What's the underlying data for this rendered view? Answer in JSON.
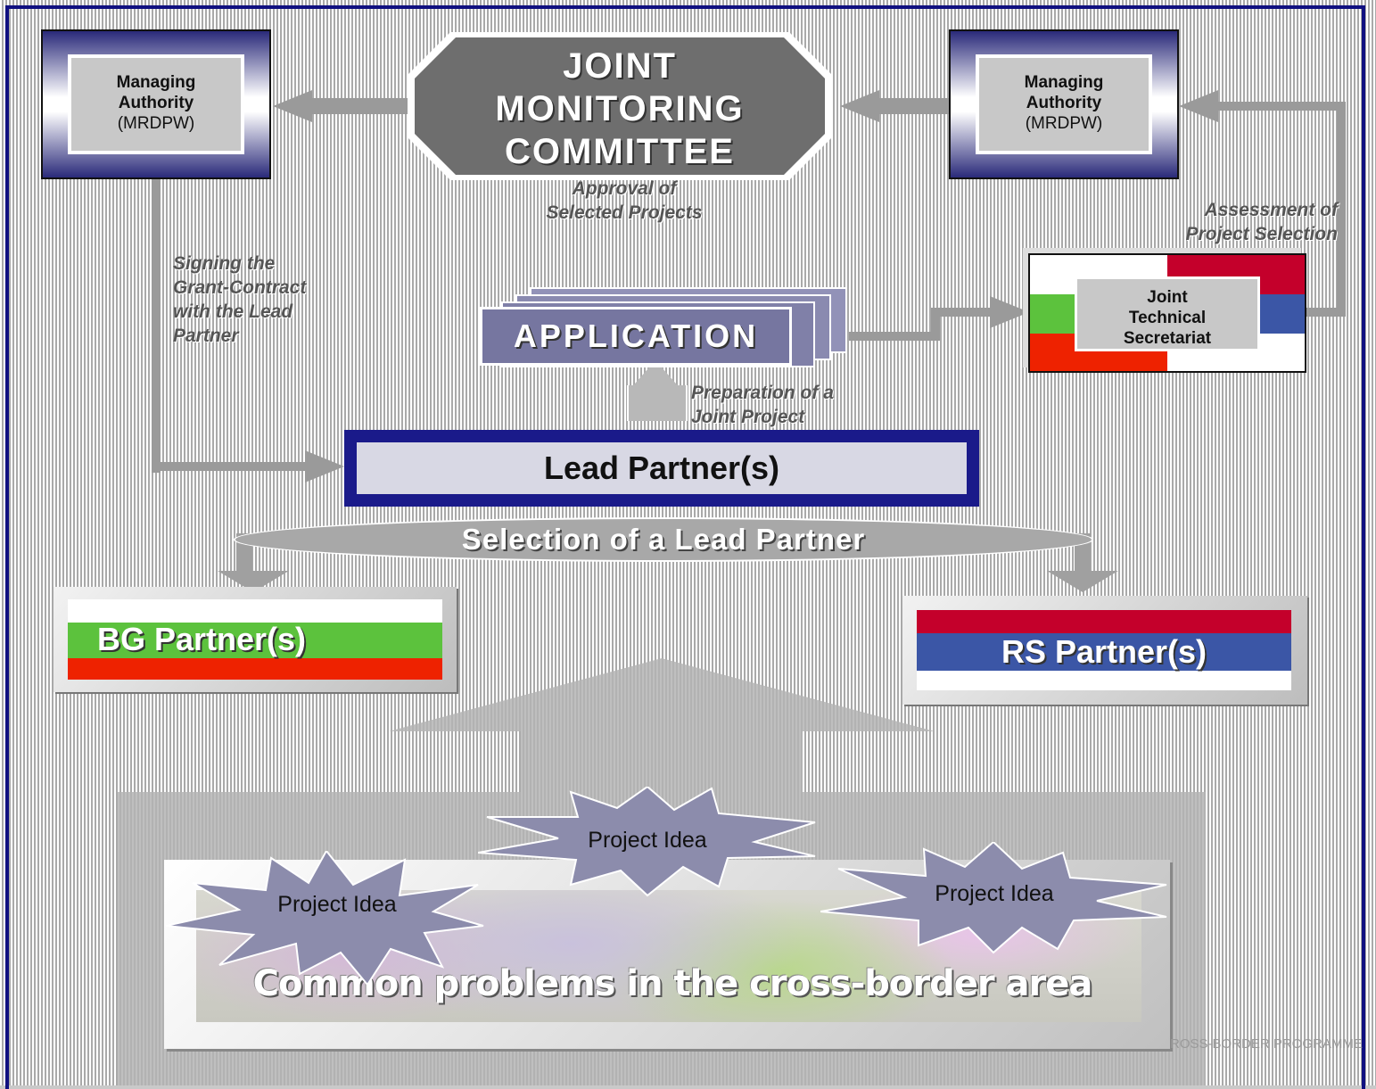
{
  "jmc": {
    "line1": "JOINT",
    "line2": "MONITORING",
    "line3": "COMMITTEE"
  },
  "ma_left": {
    "title1": "Managing",
    "title2": "Authority",
    "sub": "(MRDPW)"
  },
  "ma_right": {
    "title1": "Managing",
    "title2": "Authority",
    "sub": "(MRDPW)"
  },
  "labels": {
    "approval1": "Approval of",
    "approval2": "Selected Projects",
    "assessment1": "Assessment of",
    "assessment2": "Project Selection",
    "signing1": "Signing the",
    "signing2": "Grant-Contract",
    "signing3": "with the Lead",
    "signing4": "Partner",
    "prep1": "Preparation of a",
    "prep2": "Joint Project"
  },
  "jts": {
    "line1": "Joint",
    "line2": "Technical",
    "line3": "Secretariat"
  },
  "application": "APPLICATION",
  "lead_partner": "Lead Partner(s)",
  "selection": "Selection of a Lead Partner",
  "bg_partner": "BG Partner(s)",
  "rs_partner": "RS Partner(s)",
  "ideas": [
    "Project Idea",
    "Project Idea",
    "Project Idea"
  ],
  "common_problems": "Common problems in the cross-border area",
  "footer_text": "ROSS-BORDER PROGRAMME",
  "colors": {
    "bulgaria_white": "#ffffff",
    "bulgaria_green": "#5cc23d",
    "bulgaria_red": "#ee2200",
    "serbia_red": "#c4002b",
    "serbia_blue": "#3b56a6",
    "serbia_white": "#ffffff",
    "frame_blue": "#101080"
  }
}
